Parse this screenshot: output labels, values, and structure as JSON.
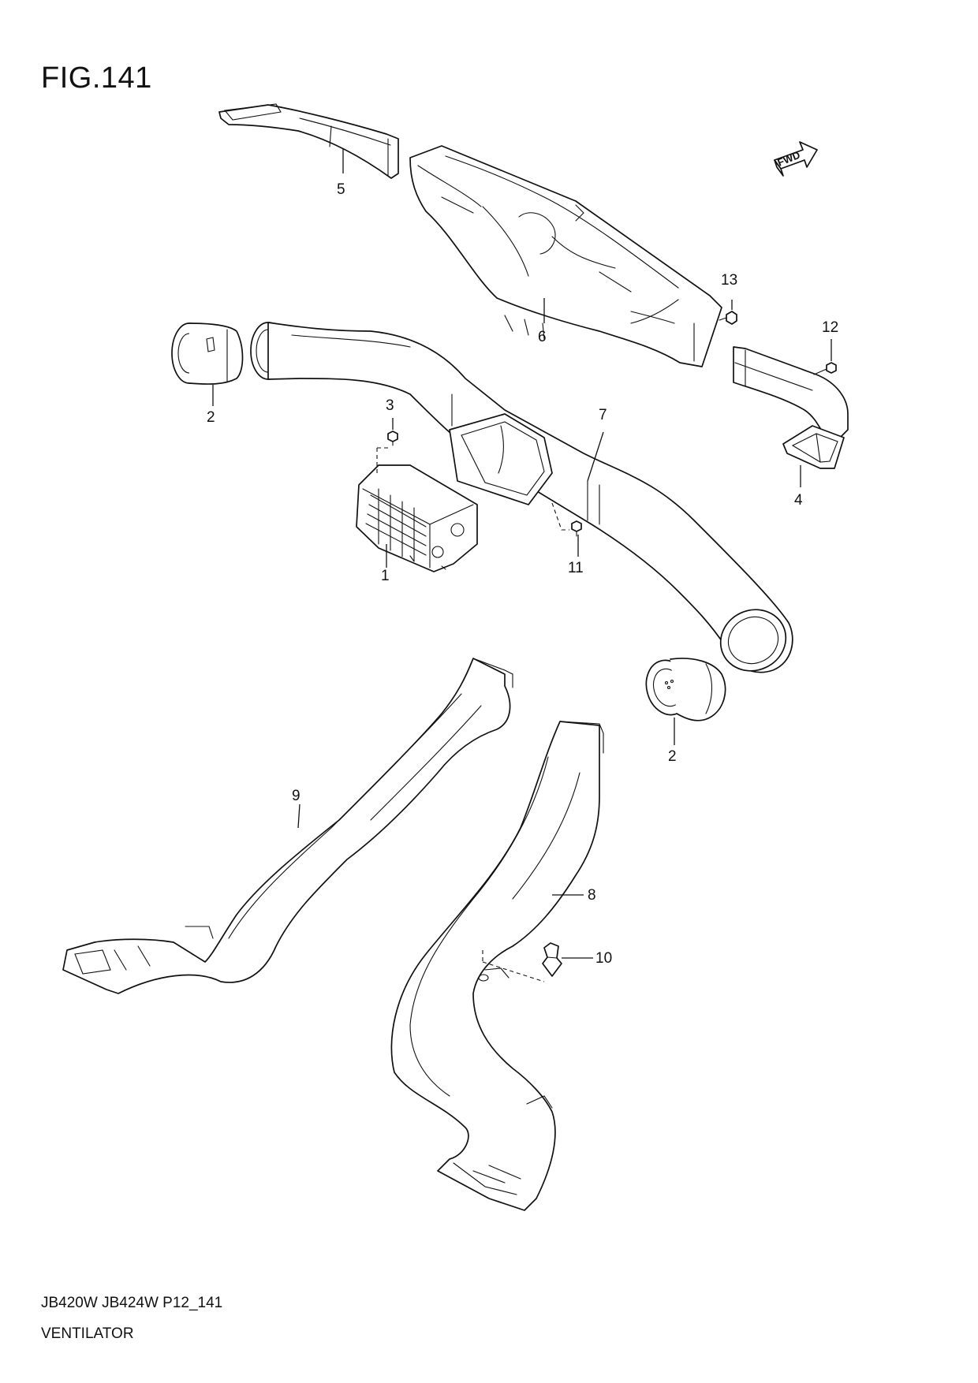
{
  "figure": {
    "title": "FIG.141"
  },
  "footer": {
    "code": "JB420W JB424W P12_141",
    "name": "VENTILATOR"
  },
  "direction_marker": {
    "label": "FWD"
  },
  "callouts": [
    {
      "id": "c1",
      "label": "1"
    },
    {
      "id": "c2a",
      "label": "2"
    },
    {
      "id": "c2b",
      "label": "2"
    },
    {
      "id": "c3",
      "label": "3"
    },
    {
      "id": "c4",
      "label": "4"
    },
    {
      "id": "c5",
      "label": "5"
    },
    {
      "id": "c6",
      "label": "6"
    },
    {
      "id": "c7",
      "label": "7"
    },
    {
      "id": "c8",
      "label": "8"
    },
    {
      "id": "c9",
      "label": "9"
    },
    {
      "id": "c10",
      "label": "10"
    },
    {
      "id": "c11",
      "label": "11"
    },
    {
      "id": "c12",
      "label": "12"
    },
    {
      "id": "c13",
      "label": "13"
    }
  ]
}
